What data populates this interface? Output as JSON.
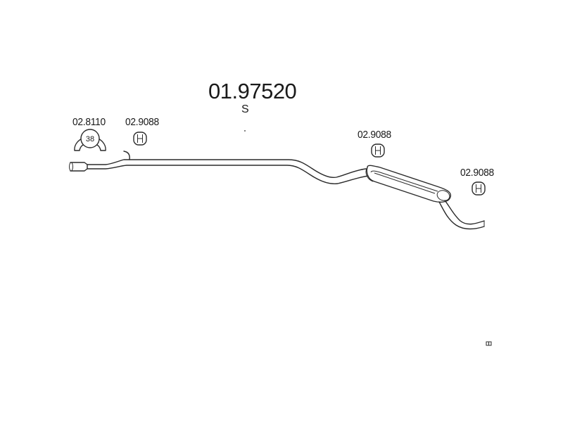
{
  "assembly": {
    "part_number": "01.97520",
    "suffix": "S"
  },
  "components": [
    {
      "name": "clamp",
      "part_number": "02.8110",
      "size_label": "38"
    },
    {
      "name": "rubber-hanger-front",
      "part_number": "02.9088"
    },
    {
      "name": "rubber-hanger-middle",
      "part_number": "02.9088"
    },
    {
      "name": "rubber-hanger-rear",
      "part_number": "02.9088"
    }
  ]
}
